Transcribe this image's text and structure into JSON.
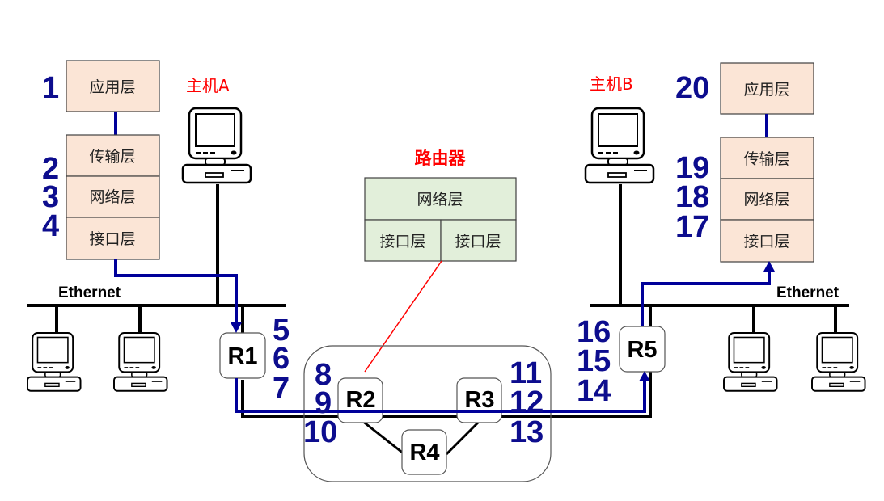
{
  "colors": {
    "path": "#000099",
    "numbers": "#0d0d8e",
    "host_label": "#ff0000",
    "host_layer_fill": "#fbe5d6",
    "router_layer_fill": "#e2efda"
  },
  "hostA": {
    "label": "主机A",
    "layers": [
      "应用层",
      "传输层",
      "网络层",
      "接口层"
    ],
    "steps": [
      "1",
      "2",
      "3",
      "4"
    ]
  },
  "hostB": {
    "label": "主机B",
    "layers": [
      "应用层",
      "传输层",
      "网络层",
      "接口层"
    ],
    "steps": [
      "20",
      "19",
      "18",
      "17"
    ]
  },
  "router_stack": {
    "title": "路由器",
    "network_layer": "网络层",
    "interface_layers": [
      "接口层",
      "接口层"
    ]
  },
  "networks": {
    "left": "Ethernet",
    "right": "Ethernet"
  },
  "routers": [
    "R1",
    "R2",
    "R3",
    "R4",
    "R5"
  ],
  "path_steps": {
    "r1": [
      "5",
      "6",
      "7"
    ],
    "r2": [
      "8",
      "9",
      "10"
    ],
    "r3": [
      "11",
      "12",
      "13"
    ],
    "r5": [
      "16",
      "15",
      "14"
    ]
  },
  "icons": {
    "computer": "computer-icon"
  }
}
